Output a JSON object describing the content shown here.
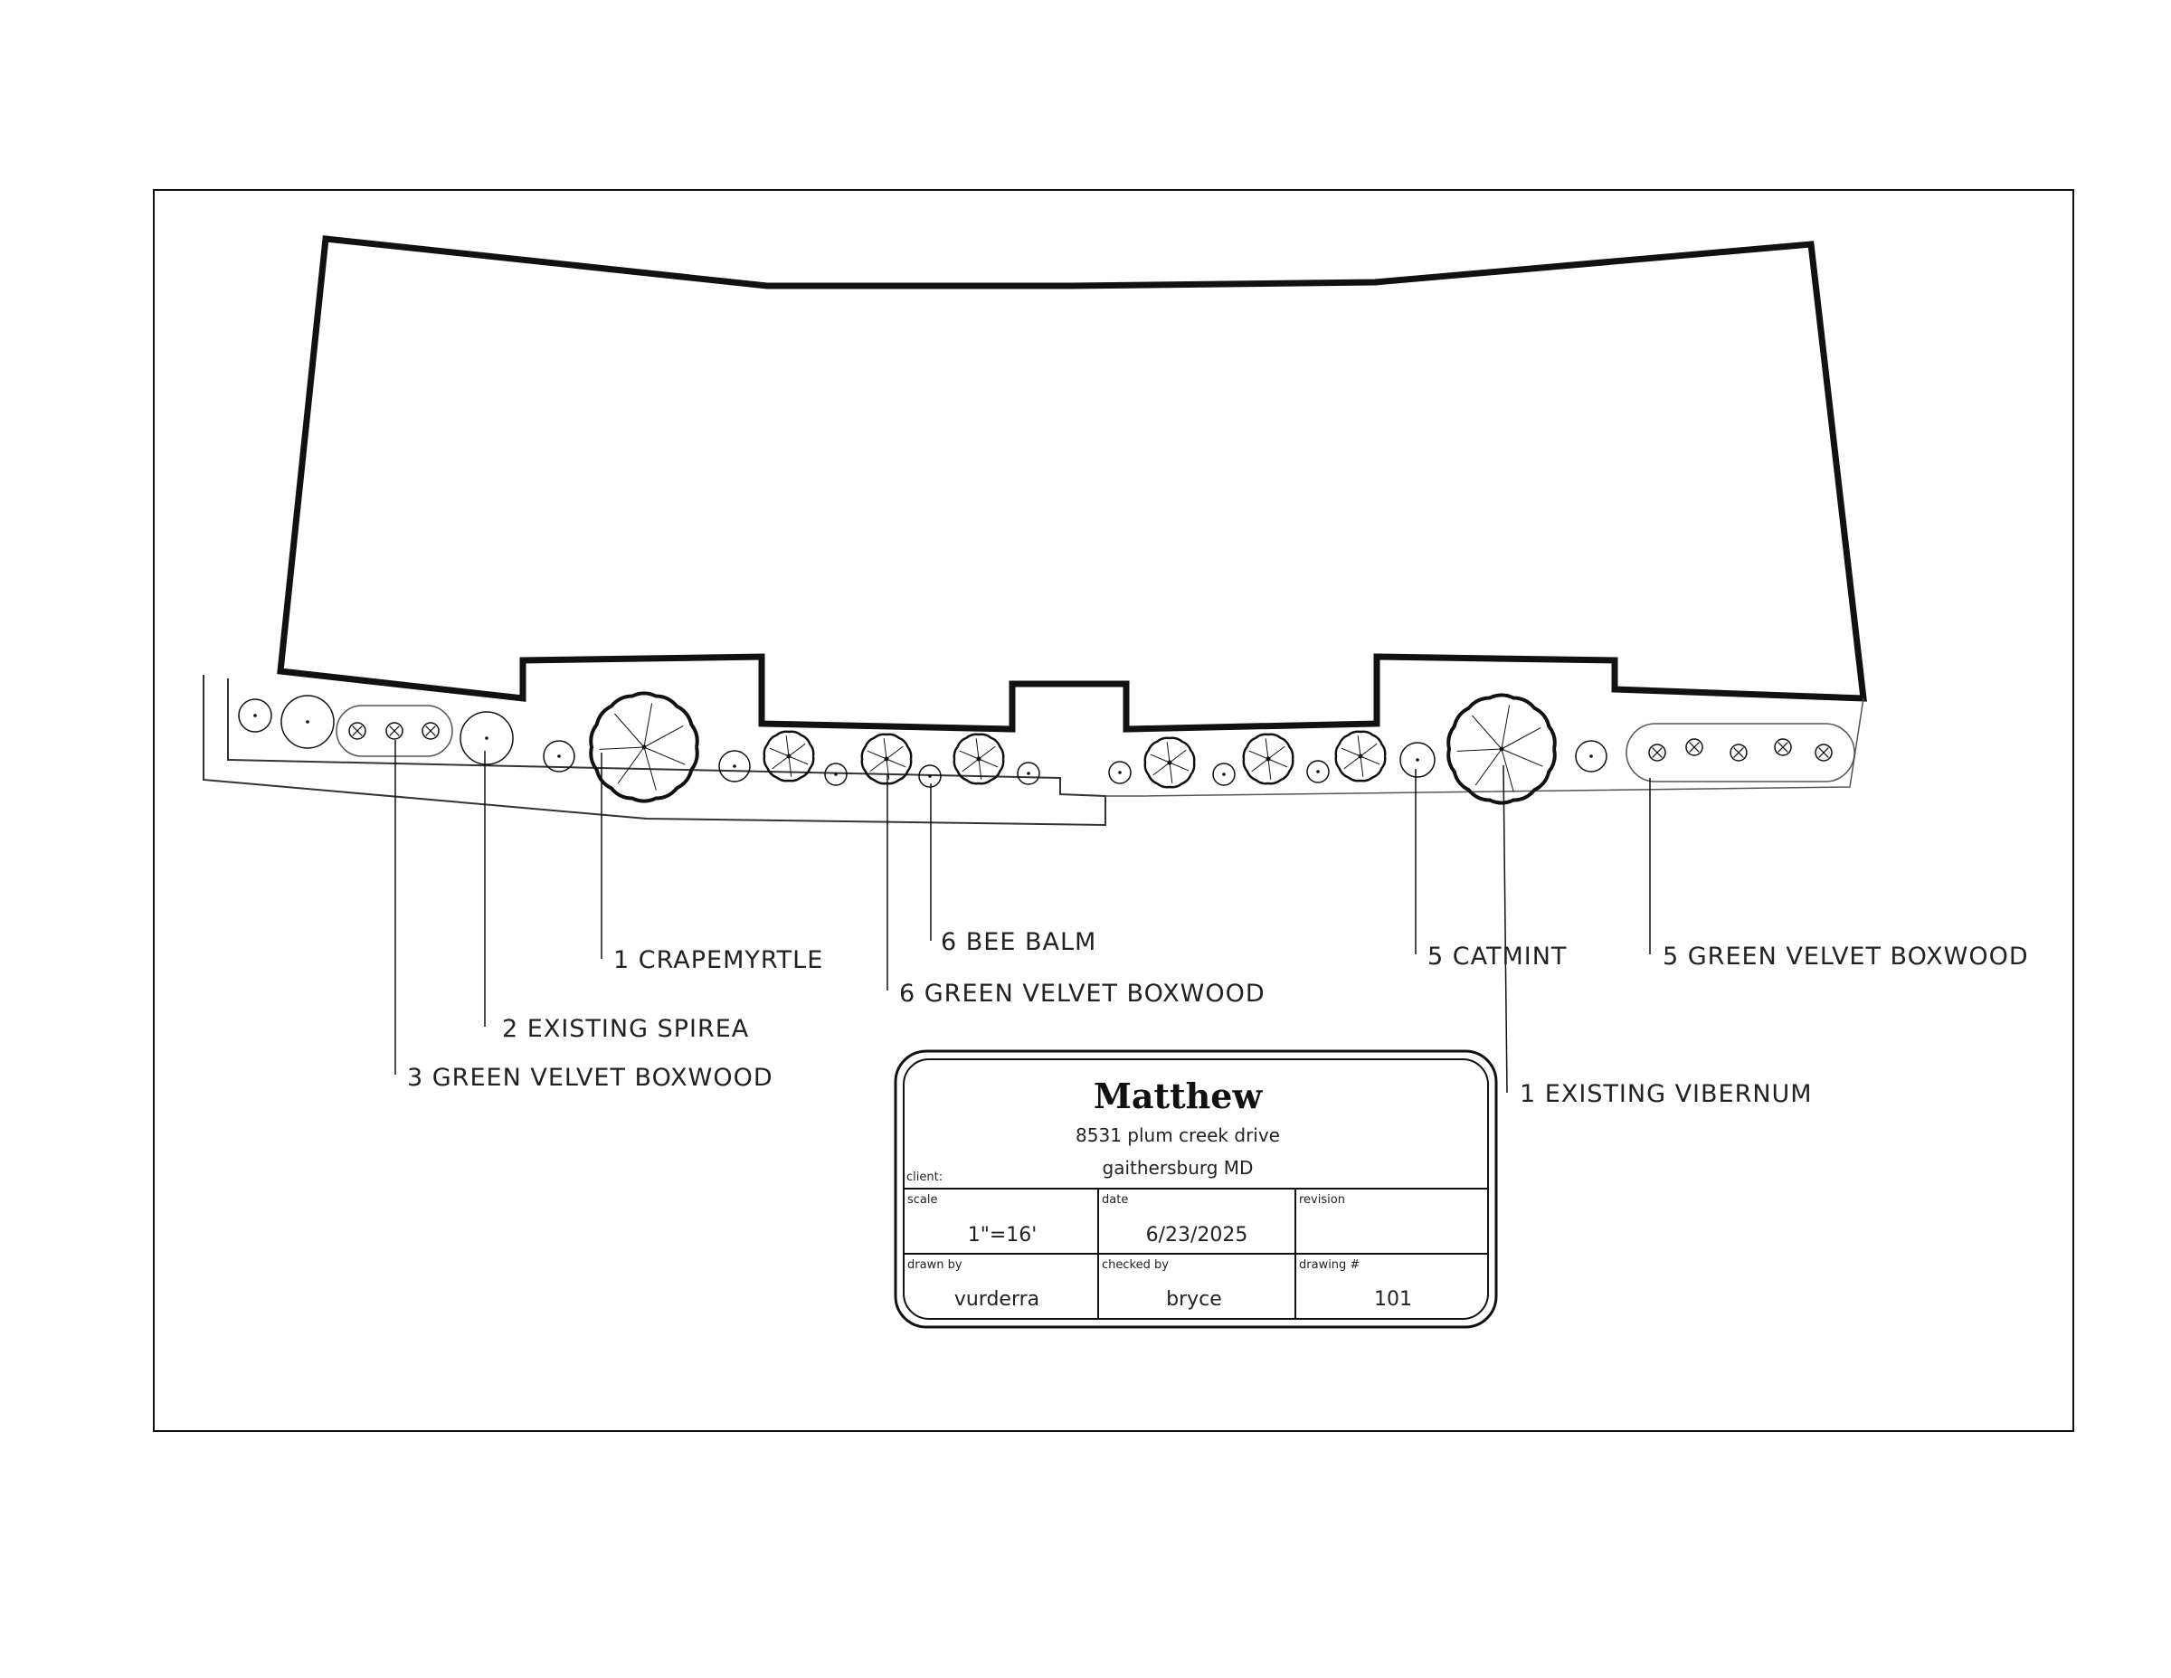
{
  "plant_labels": {
    "crapemyrtle": "1 CRAPEMYRTLE",
    "bee_balm": "6 BEE BALM",
    "boxwood_6": "6 GREEN VELVET BOXWOOD",
    "spirea": "2 EXISTING SPIREA",
    "boxwood_3": "3 GREEN VELVET BOXWOOD",
    "catmint": "5 CATMINT",
    "boxwood_5": "5 GREEN VELVET BOXWOOD",
    "vibernum": "1 EXISTING VIBERNUM"
  },
  "title_block": {
    "client_name": "Matthew",
    "address_line1": "8531 plum creek drive",
    "address_line2": "gaithersburg MD",
    "client_caption": "client:",
    "scale_caption": "scale",
    "scale_value": "1\"=16'",
    "date_caption": "date",
    "date_value": "6/23/2025",
    "revision_caption": "revision",
    "drawn_by_caption": "drawn by",
    "drawn_by_value": "vurderra",
    "checked_by_caption": "checked by",
    "checked_by_value": "bryce",
    "drawing_caption": "drawing #",
    "drawing_value": "101"
  },
  "colors": {
    "ink": "#111111",
    "line": "#555555"
  }
}
